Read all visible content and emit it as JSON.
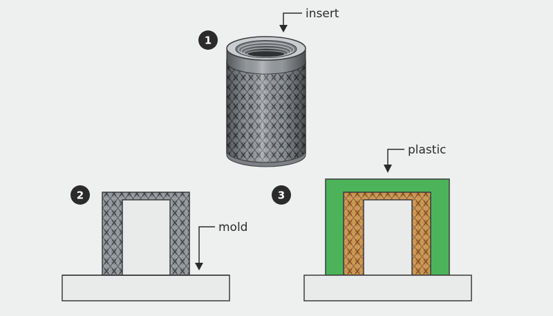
{
  "labels": {
    "insert": "insert",
    "plastic": "plastic",
    "mold": "mold"
  },
  "steps": [
    "1",
    "2",
    "3"
  ],
  "colors": {
    "background": "#eeefef",
    "badge": "#2b2b2b",
    "steel": "#8d9296",
    "brass": "#c8904c",
    "plastic": "#4cb35a",
    "mold": "#e9eaea",
    "outline": "#3a3a3a"
  }
}
